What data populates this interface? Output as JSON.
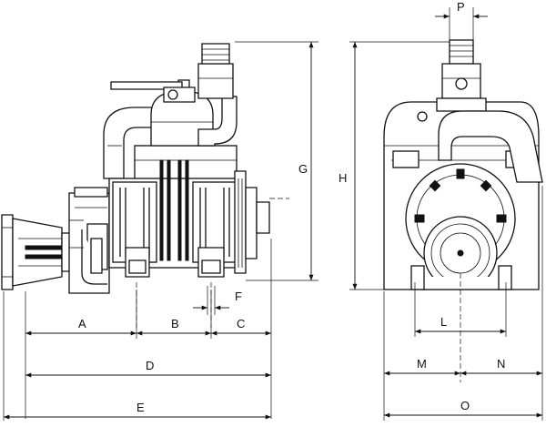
{
  "diagram": {
    "labels": {
      "A": "A",
      "B": "B",
      "C": "C",
      "D": "D",
      "E": "E",
      "F": "F",
      "G": "G",
      "H": "H",
      "L": "L",
      "M": "M",
      "N": "N",
      "O": "O",
      "P": "P"
    }
  }
}
